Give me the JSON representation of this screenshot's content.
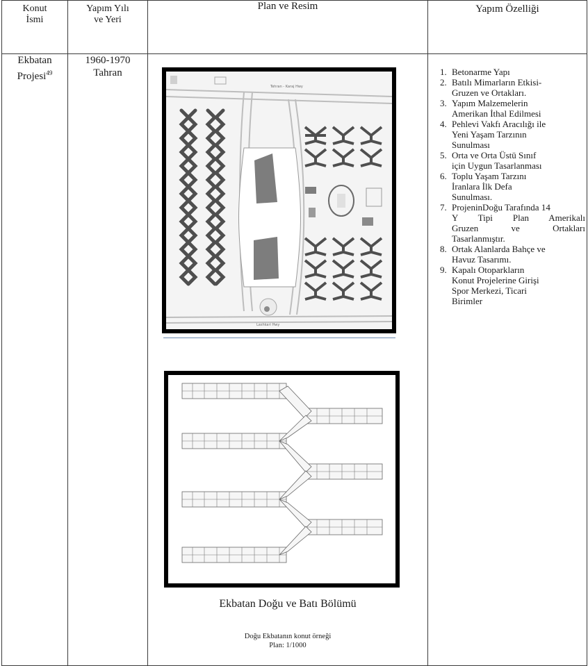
{
  "header": {
    "col1_line1": "Konut",
    "col1_line2": "İsmi",
    "col2_line1": "Yapım Yılı",
    "col2_line2": "ve Yeri",
    "col3": "Plan ve Resim",
    "col4": "Yapım Özelliği"
  },
  "row": {
    "name_line1": "Ekbatan",
    "name_line2": "Projesi",
    "footnote": "49",
    "year_line1": "1960-1970",
    "year_line2": "Tahran",
    "caption_main": "Ekbatan Doğu ve Batı Bölümü",
    "caption_sub_line1": "Doğu Ekbatanın konut örneği",
    "caption_sub_line2": "Plan: 1/1000",
    "site_plan_labels": {
      "road_north": "Tehran - Karaj Hwy",
      "road_south": "Lashkari Hwy"
    },
    "features": [
      {
        "l1": "Betonarme Yapı"
      },
      {
        "l1": "Batılı Mimarların Etkisi-",
        "l2": "Gruzen ve Ortakları."
      },
      {
        "l1": "Yapım Malzemelerin",
        "l2": "Amerikan İthal Edilmesi"
      },
      {
        "l1": "Pehlevi Vakfı Aracılığı ile",
        "l2": "Yeni Yaşam Tarzının",
        "l3": "Sunulması"
      },
      {
        "l1": "Orta ve Orta Üstü Sınıf",
        "l2": "için Uygun Tasarlanması"
      },
      {
        "l1": "Toplu Yaşam Tarzını",
        "l2": "İranlara İlk Defa",
        "l3": "Sunulması."
      },
      {
        "l1": "ProjeninDoğu Tarafında 14",
        "l2": "Y Tipi Plan Amerikalı",
        "l3": "Gruzen ve Ortakları",
        "l4": "Tasarlanmıştır."
      },
      {
        "l1": "Ortak Alanlarda Bahçe ve",
        "l2": "Havuz Tasarımı."
      },
      {
        "l1": " Kapalı Otoparkların",
        "l2": "Konut Projelerine Girişi",
        "l3": "Spor Merkezi, Ticari",
        "l4": "Birimler"
      }
    ]
  }
}
